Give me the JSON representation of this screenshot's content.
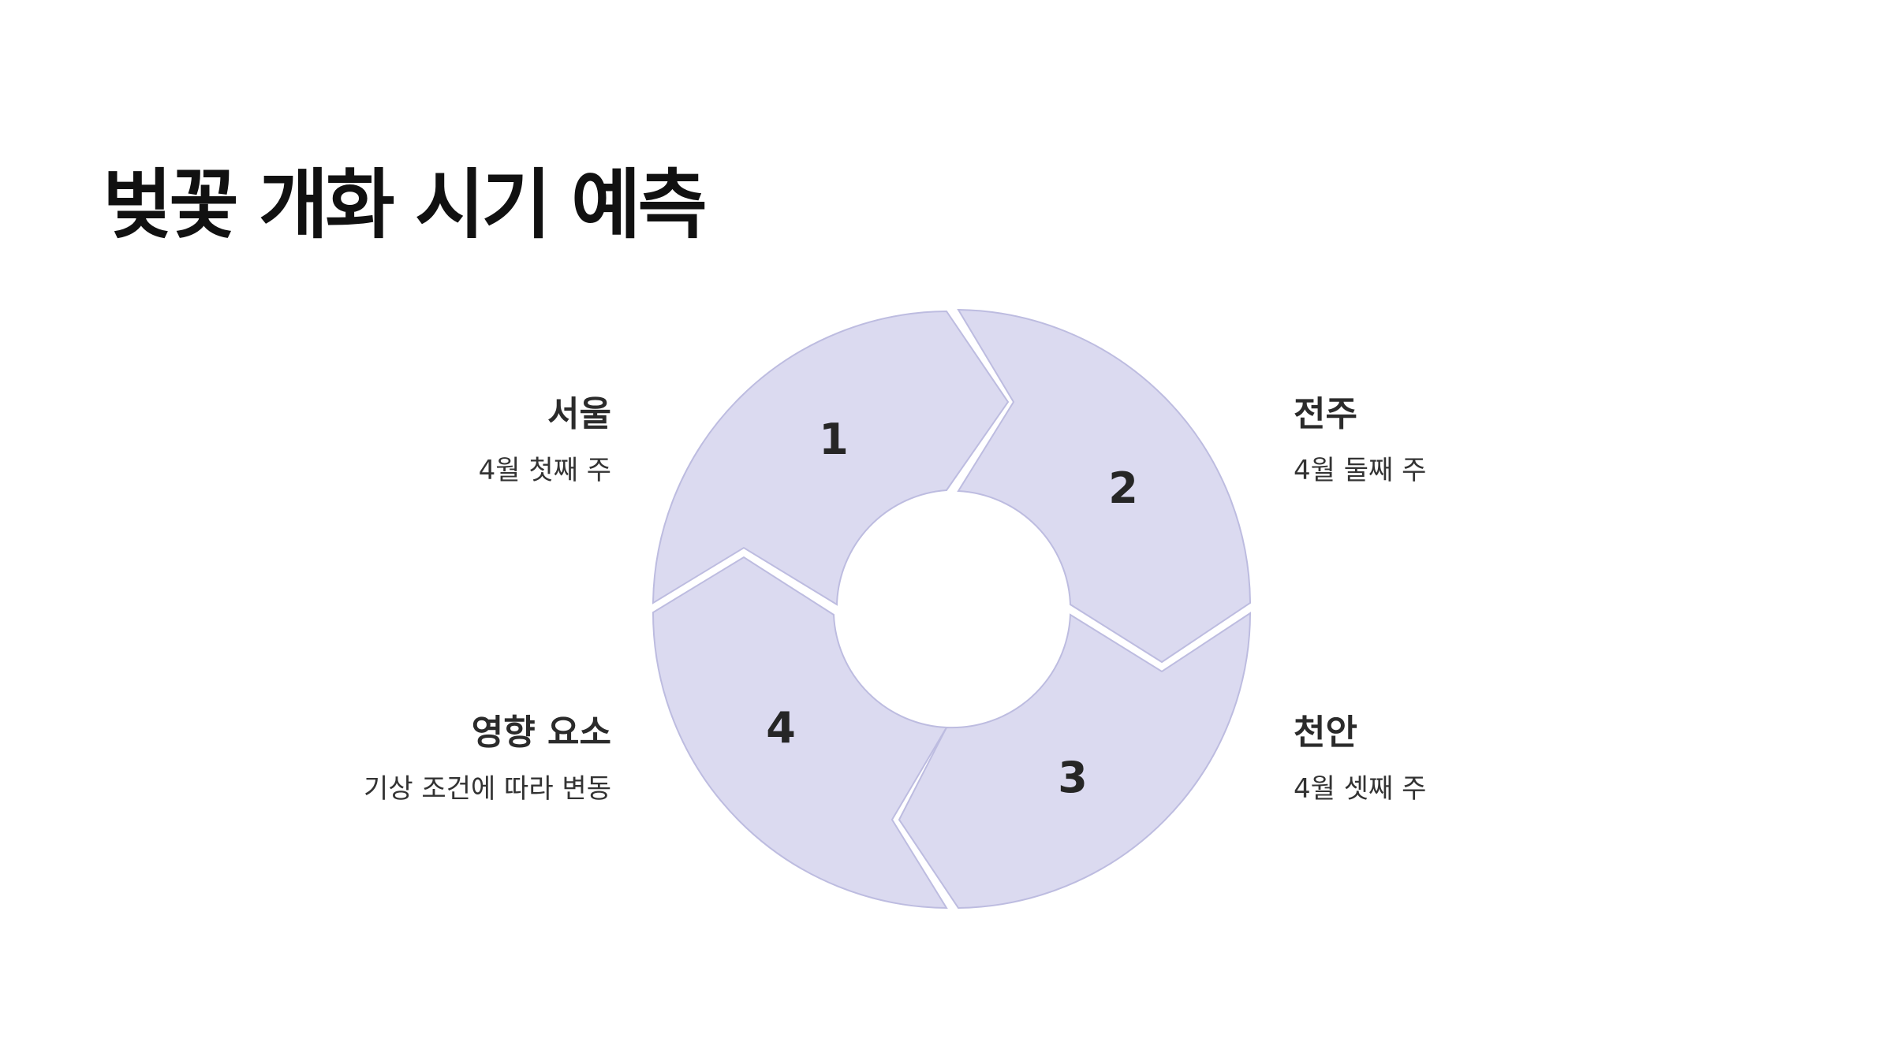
{
  "title": "벚꽃 개화 시기 예측",
  "diagram": {
    "segments": [
      {
        "number": "1"
      },
      {
        "number": "2"
      },
      {
        "number": "3"
      },
      {
        "number": "4"
      }
    ],
    "colors": {
      "fill": "#dbdaf0",
      "stroke": "#bdbce0"
    }
  },
  "labels": {
    "seoul": {
      "heading": "서울",
      "text": "4월 첫째 주"
    },
    "jeonju": {
      "heading": "전주",
      "text": "4월 둘째 주"
    },
    "cheonan": {
      "heading": "천안",
      "text": "4월 셋째 주"
    },
    "factors": {
      "heading": "영향 요소",
      "text": "기상 조건에 따라 변동"
    }
  }
}
